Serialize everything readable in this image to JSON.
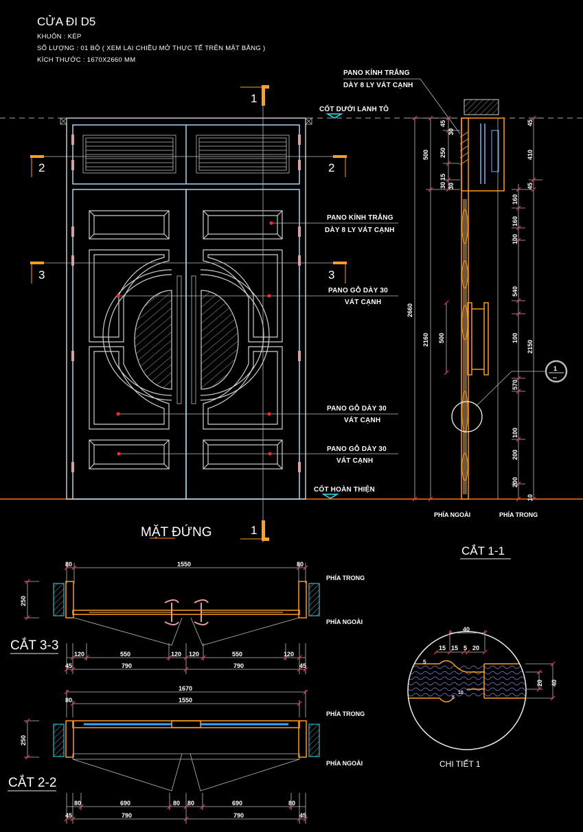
{
  "title_block": {
    "title": "CỬA ĐI D5",
    "frame": "KHUÔN : KÉP",
    "quantity": "SỐ LƯỢNG : 01 BỘ ( XEM LẠI CHIỀU MỞ THỰC TẾ TRÊN MẶT BẰNG )",
    "size": "KÍCH THƯỚC : 1670X2660 MM"
  },
  "elevation": {
    "title": "MẶT ĐỨNG",
    "level_top": "CỐT DƯỚI LANH TÔ",
    "level_floor": "CỐT HOÀN THIỆN",
    "section_marks": {
      "s1": "1",
      "s2": "2",
      "s3": "3"
    },
    "notes": [
      {
        "line1": "PANO KÍNH TRẮNG",
        "line2": "DÀY 8 LY VÁT CẠNH"
      },
      {
        "line1": "PANO GỖ DÀY 30",
        "line2": "VÁT CẠNH"
      },
      {
        "line1": "PANO GỖ DÀY 30",
        "line2": "VÁT CẠNH"
      },
      {
        "line1": "PANO GỖ DÀY 30",
        "line2": "VÁT CẠNH"
      }
    ]
  },
  "section_1_1": {
    "title": "CẮT 1-1",
    "note_line1": "PANO KÍNH TRẮNG",
    "note_line2": "DÀY 8 LY VÁT CẠNH",
    "outside": "PHÍA NGOÀI",
    "inside": "PHÍA TRONG",
    "detail_ref": "1",
    "detail_ref_sheet": "--",
    "dims_left": [
      "45",
      "30",
      "250",
      "15",
      "30",
      "30",
      "500",
      "2160",
      "2660",
      "500"
    ],
    "dims_right": [
      "45",
      "410",
      "45",
      "160",
      "160",
      "100",
      "540",
      "100",
      "570",
      "100",
      "200",
      "200",
      "10",
      "2150"
    ]
  },
  "section_3_3": {
    "title": "CẮT 3-3",
    "inside": "PHÍA TRONG",
    "outside": "PHÍA NGOÀI",
    "dims_top": [
      "80",
      "1550",
      "80"
    ],
    "dim_depth": "250",
    "dims_row1": [
      "120",
      "550",
      "120",
      "120",
      "550",
      "120"
    ],
    "dims_row2": [
      "45",
      "790",
      "790",
      "45"
    ]
  },
  "section_2_2": {
    "title": "CẮT 2-2",
    "inside": "PHÍA TRONG",
    "outside": "PHÍA NGOÀI",
    "dim_overall": "1670",
    "dims_top": [
      "80",
      "1550"
    ],
    "dim_depth": "250",
    "dims_row1": [
      "80",
      "690",
      "80",
      "80",
      "690",
      "80"
    ],
    "dims_row2": [
      "45",
      "790",
      "790",
      "45"
    ]
  },
  "detail_1": {
    "title": "CHI TIẾT 1",
    "dims_top": [
      "40",
      "15",
      "15",
      "5",
      "20"
    ],
    "dims_side": [
      "20",
      "40"
    ],
    "dims_small": [
      "5",
      "10",
      "5"
    ]
  }
}
